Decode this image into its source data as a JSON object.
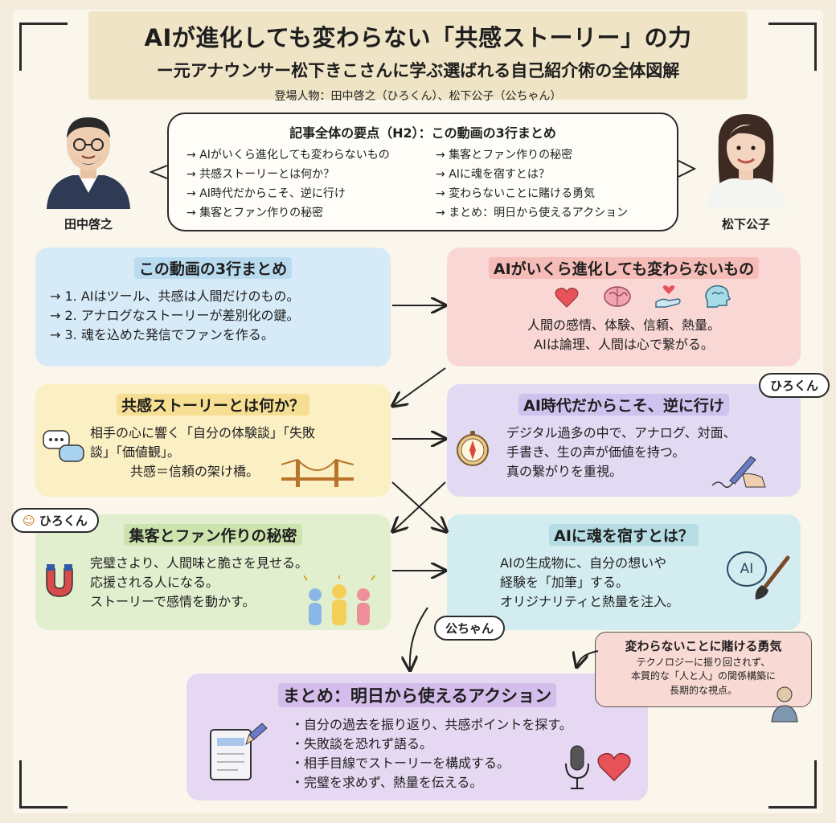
{
  "header": {
    "title": "AIが進化しても変わらない「共感ストーリー」の力",
    "subtitle": "ー元アナウンサー松下きこさんに学ぶ選ばれる自己紹介術の全体図解",
    "cast": "登場人物：田中啓之（ひろくん）、松下公子（公ちゃん）"
  },
  "people": {
    "left_name": "田中啓之",
    "right_name": "松下公子"
  },
  "overview": {
    "title": "記事全体の要点（H2）：この動画の3行まとめ",
    "items": [
      "AIがいくら進化しても変わらないもの",
      "集客とファン作りの秘密",
      "共感ストーリーとは何か？",
      "AIに魂を宿すとは？",
      "AI時代だからこそ、逆に行け",
      "変わらないことに賭ける勇気",
      "集客とファン作りの秘密",
      "まとめ：明日から使えるアクション"
    ]
  },
  "cards": {
    "summary3": {
      "title": "この動画の3行まとめ",
      "lines": [
        "1. AIはツール、共感は人間だけのもの。",
        "2. アナログなストーリーが差別化の鍵。",
        "3. 魂を込めた発信でファンを作る。"
      ]
    },
    "unchanged": {
      "title": "AIがいくら進化しても変わらないもの",
      "lines": [
        "人間の感情、体験、信頼、熱量。",
        "AIは論理、人間は心で繋がる。"
      ]
    },
    "empathy": {
      "title": "共感ストーリーとは何か？",
      "lines": [
        "相手の心に響く「自分の体験談」「失敗",
        "談」「価値観」。",
        "共感＝信頼の架け橋。"
      ]
    },
    "reverse": {
      "title": "AI時代だからこそ、逆に行け",
      "lines": [
        "デジタル過多の中で、アナログ、対面、",
        "手書き、生の声が価値を持つ。",
        "真の繋がりを重視。"
      ]
    },
    "fans": {
      "title": "集客とファン作りの秘密",
      "lines": [
        "完璧さより、人間味と脆さを見せる。",
        "応援される人になる。",
        "ストーリーで感情を動かす。"
      ]
    },
    "soul": {
      "title": "AIに魂を宿すとは？",
      "lines": [
        "AIの生成物に、自分の想いや",
        "経験を「加筆」する。",
        "オリジナリティと熱量を注入。"
      ]
    },
    "action": {
      "title": "まとめ：明日から使えるアクション",
      "lines": [
        "自分の過去を振り返り、共感ポイントを探す。",
        "失敗談を恐れず語る。",
        "相手目線でストーリーを構成する。",
        "完璧を求めず、熱量を伝える。"
      ]
    }
  },
  "tags": {
    "hiro_top": "ひろくん",
    "hiro_left": "ひろくん",
    "kou": "公ちゃん",
    "ai_badge": "AI"
  },
  "note": {
    "title": "変わらないことに賭ける勇気",
    "lines": [
      "テクノロジーに振り回されず、",
      "本質的な「人と人」の関係構築に",
      "長期的な視点。"
    ]
  }
}
